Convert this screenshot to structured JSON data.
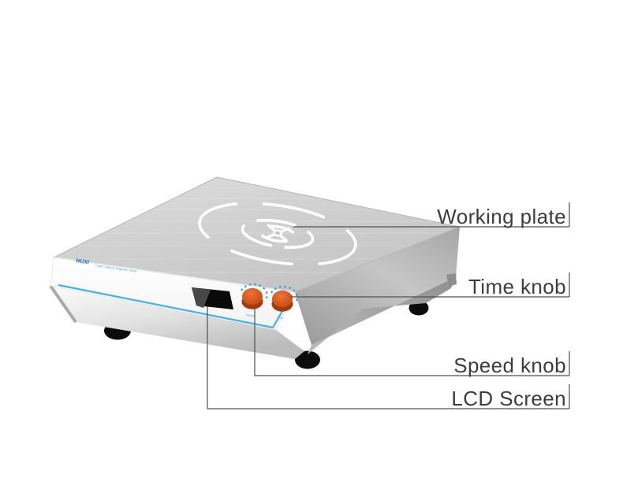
{
  "branding": {
    "logo": "HUXI",
    "tagline": "Large Capacity Magnetic Stirrer"
  },
  "panel_labels": {
    "speed": "Speed",
    "time": "Time"
  },
  "callouts": [
    {
      "id": "working-plate",
      "label": "Working plate"
    },
    {
      "id": "time-knob",
      "label": "Time knob"
    },
    {
      "id": "speed-knob",
      "label": "Speed knob"
    },
    {
      "id": "lcd-screen",
      "label": "LCD Screen"
    }
  ],
  "colors": {
    "accent_blue": "#41b1e6",
    "knob_orange": "#d4571d",
    "knob_rim": "#a03c0e",
    "tick_blue": "#2a9fd8",
    "label_text": "#3d3d3d",
    "leader_line": "#4f4f4f",
    "logo_blue": "#1565c4",
    "plate_gray": "#cfcfcf"
  }
}
